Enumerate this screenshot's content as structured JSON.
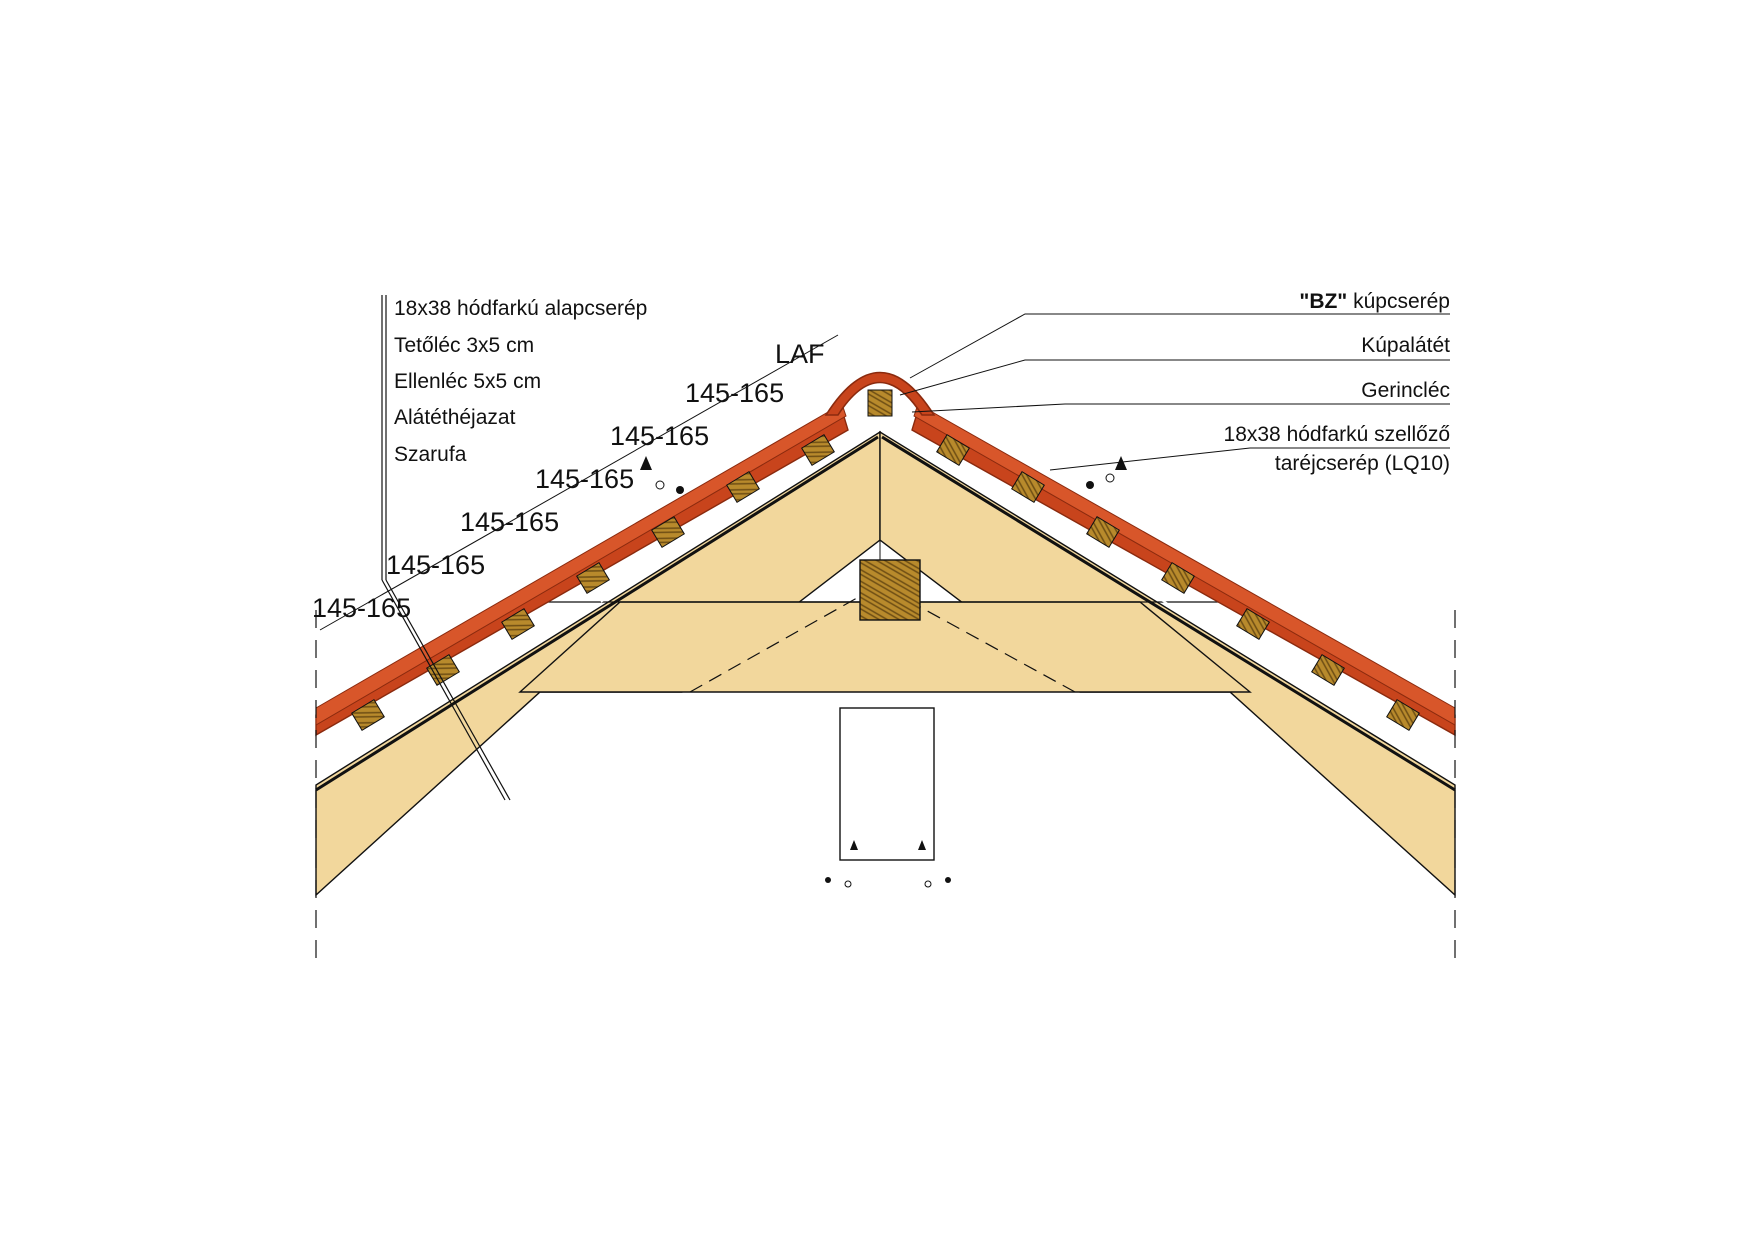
{
  "left_labels": [
    "18x38 hódfarkú alapcserép",
    "Tetőléc 3x5 cm",
    "Ellenléc 5x5 cm",
    "Alátéthéjazat",
    "Szarufa"
  ],
  "right_labels": {
    "ridge_tile_bold": "\"BZ\"",
    "ridge_tile_rest": " kúpcserép",
    "ridge_underlay": "Kúpalátét",
    "ridge_batten": "Gerincléc",
    "vent_tile_line1": "18x38 hódfarkú szellőző",
    "vent_tile_line2": "taréjcserép (LQ10)"
  },
  "dimensions": {
    "spacings": [
      "145-165",
      "145-165",
      "145-165",
      "145-165",
      "145-165",
      "145-165"
    ],
    "top": "LAF"
  },
  "colors": {
    "tile": "#c8441c",
    "tile_dark": "#8a2a0e",
    "wood": "#f2d79c",
    "batten": "#b88a2c",
    "batten_dark": "#6e4e14",
    "line": "#111111"
  }
}
